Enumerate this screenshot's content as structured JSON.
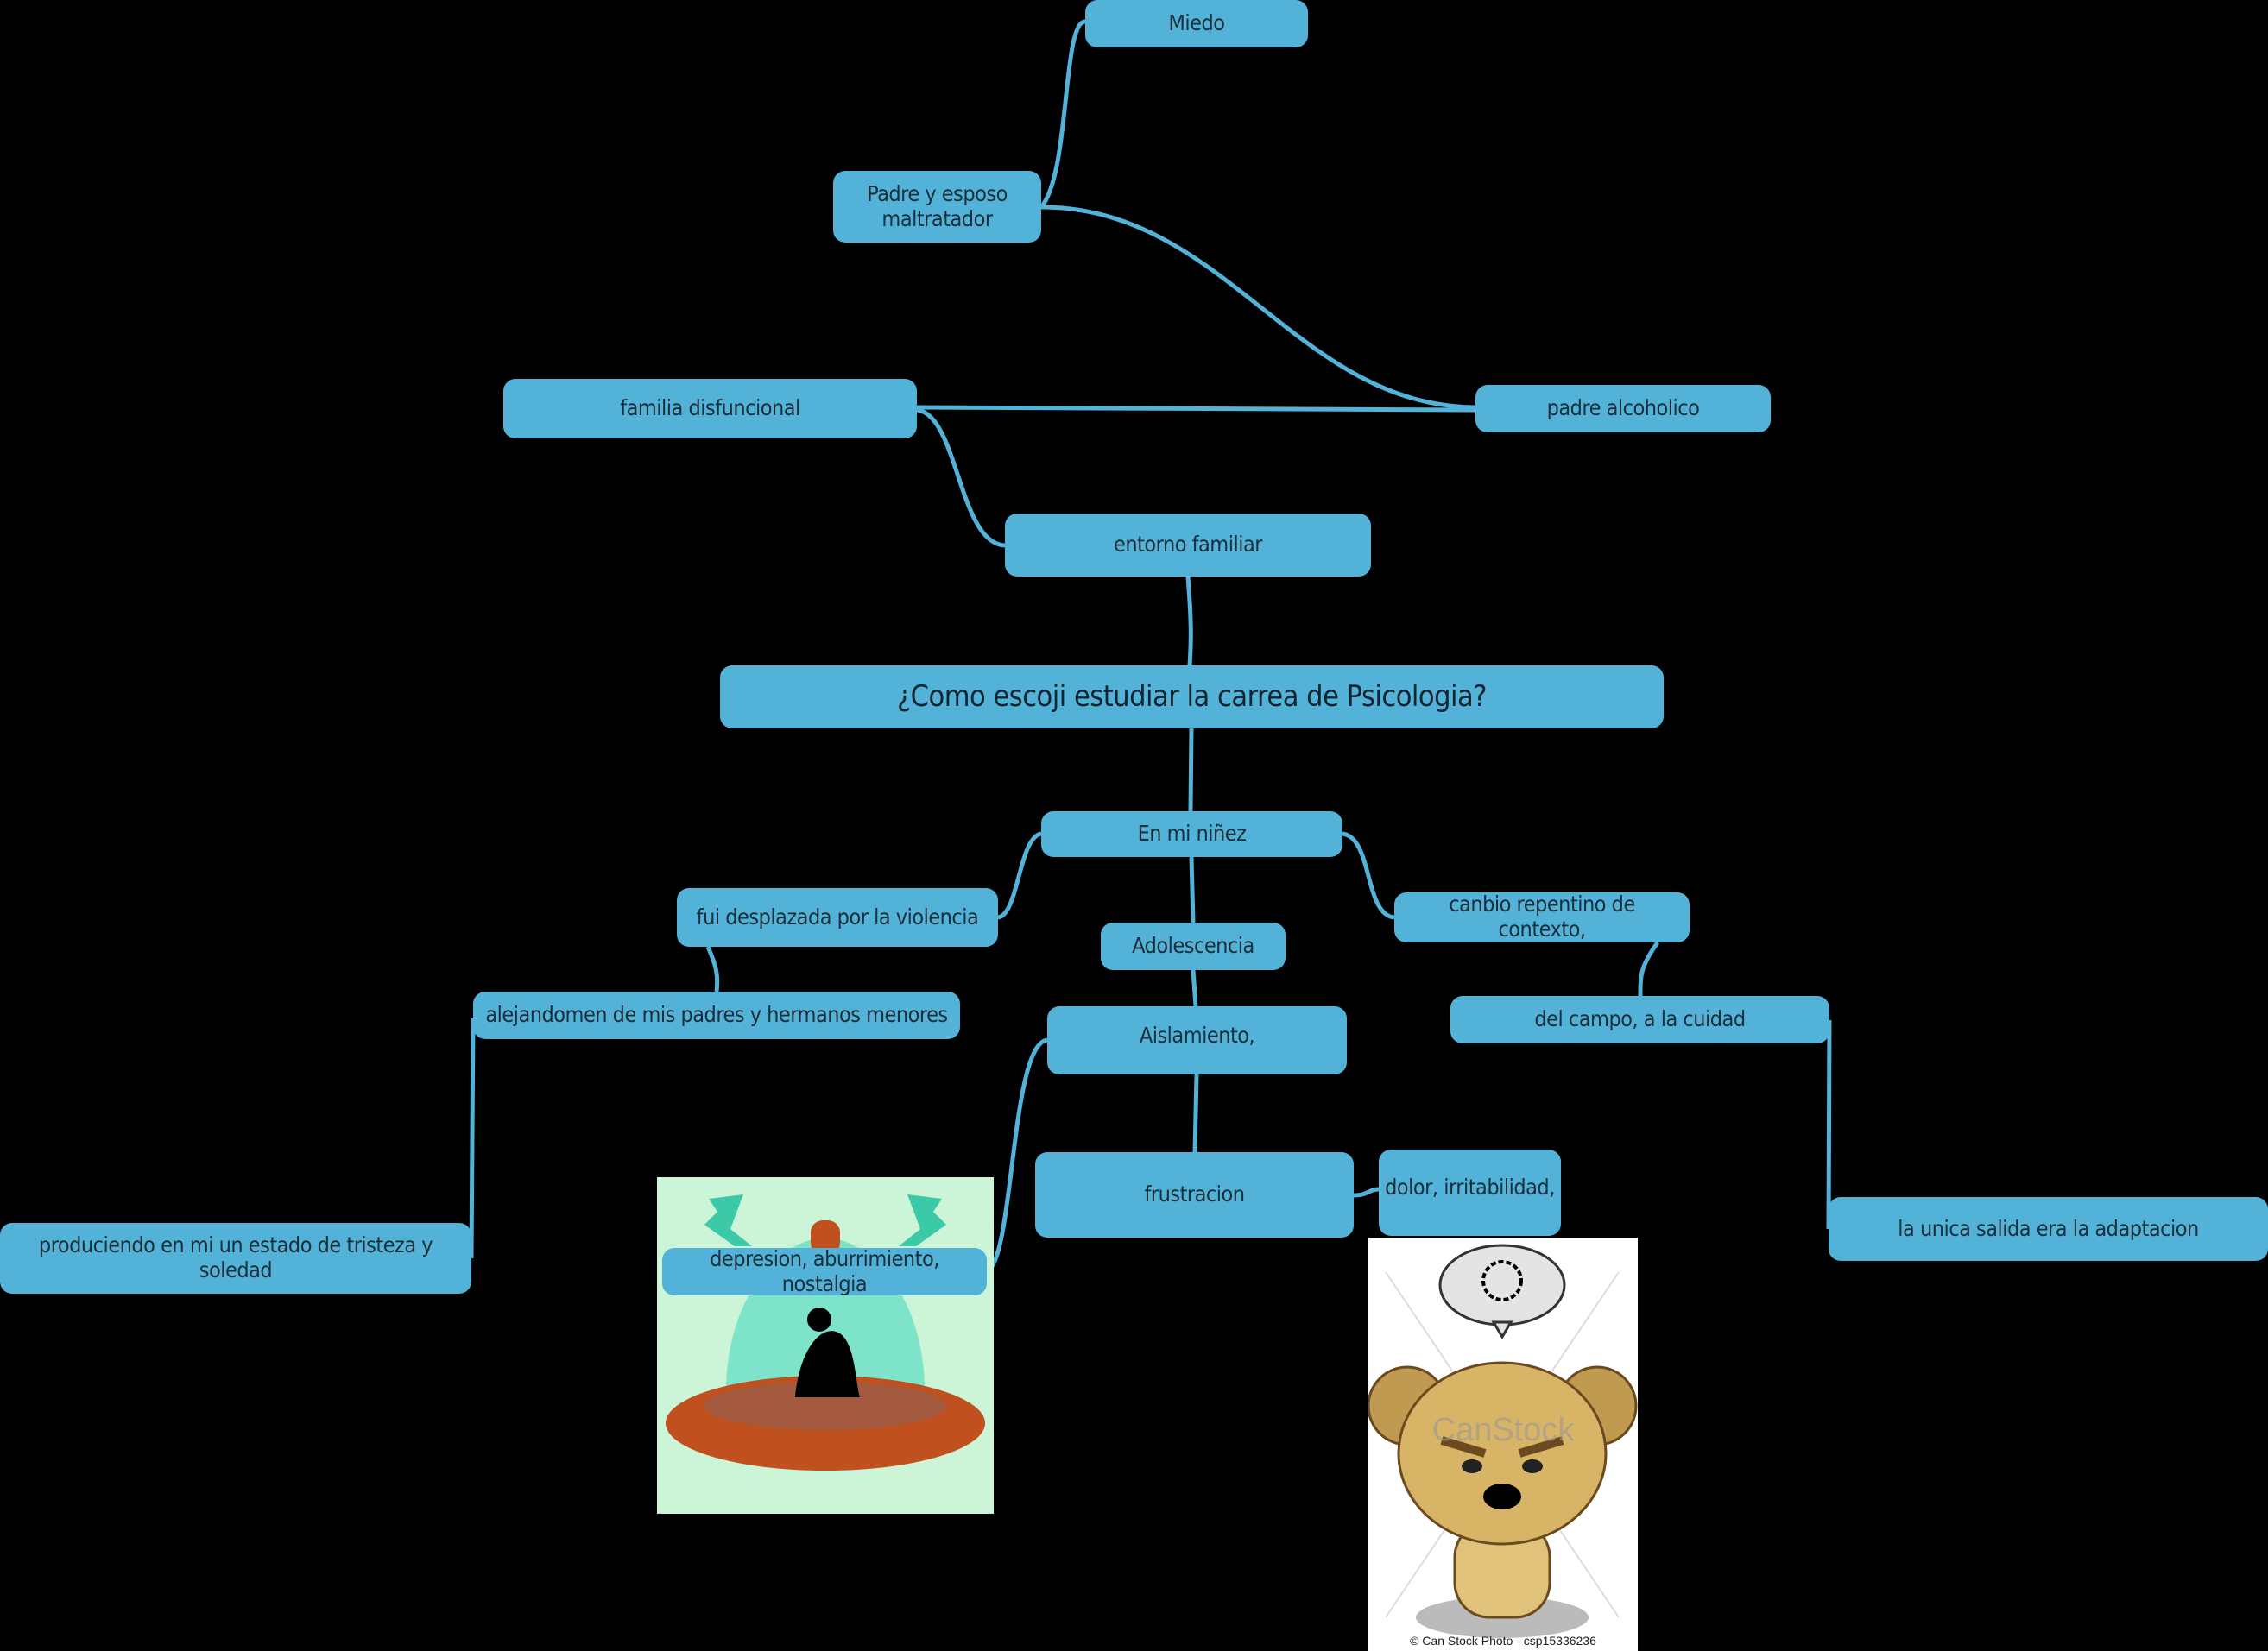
{
  "root": "¿Como escoji estudiar la carrea de Psicologia?",
  "nodes": {
    "miedo": "Miedo",
    "padre_esposo": "Padre y esposo maltratador",
    "familia": "familia disfuncional",
    "padre_alcoholico": "padre alcoholico",
    "entorno": "entorno familiar",
    "ninez": "En mi niñez",
    "desplazada": "fui desplazada por la violencia",
    "adolescencia": "Adolescencia",
    "canbio": "canbio repentino de contexto,",
    "alejandomen": "alejandomen de mis padres y hermanos menores",
    "aislamiento": "Aislamiento,",
    "campo": "del campo, a la cuidad",
    "frustracion": "frustracion",
    "dolor": "dolor, irritabilidad,",
    "unica": "la unica salida era la adaptacion",
    "produciendo": "produciendo en mi un estado de tristeza y soledad",
    "depresion": "depresion, aburrimiento, nostalgia"
  },
  "images": {
    "bear_watermark": "CanStock",
    "bear_caption": "© Can Stock Photo - csp15336236"
  },
  "colors": {
    "node": "#52b2d8",
    "link": "#52b2d8",
    "background": "#000000"
  }
}
